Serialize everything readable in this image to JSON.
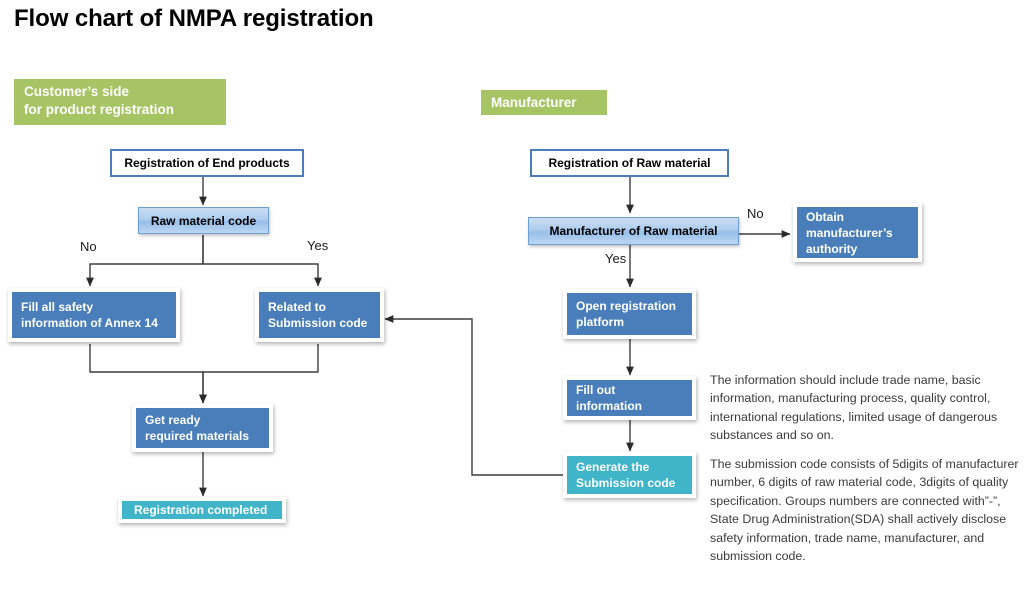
{
  "page": {
    "title": "Flow chart of NMPA registration",
    "background_color": "#ffffff"
  },
  "palette": {
    "lane_green": "#a6c463",
    "process_blue": "#4a7ebb",
    "terminal_teal": "#40b5c9",
    "outline_blue": "#4a7ebb",
    "light_blue": "#aecdee",
    "connector_gray": "#404040",
    "note_text": "#3b3b3b"
  },
  "lanes": [
    {
      "id": "customer-lane",
      "label": "Customer’s side\nfor product registration"
    },
    {
      "id": "manufacturer-lane",
      "label": "Manufacturer"
    }
  ],
  "flow": {
    "customer": {
      "nodes": [
        {
          "id": "registration-of-end-products",
          "label": "Registration of End products",
          "style": "outline"
        },
        {
          "id": "raw-material-code",
          "label": "Raw material code",
          "style": "light"
        },
        {
          "id": "fill-all-safety-information",
          "label": "Fill all safety\ninformation of Annex 14",
          "style": "solid"
        },
        {
          "id": "related-to-submission-code",
          "label": "Related to\nSubmission code",
          "style": "solid"
        },
        {
          "id": "get-ready-required-materials",
          "label": "Get ready\nrequired materials",
          "style": "solid"
        },
        {
          "id": "registration-completed",
          "label": "Registration completed",
          "style": "teal"
        }
      ],
      "edge_labels": [
        {
          "id": "branch-no",
          "label": "No"
        },
        {
          "id": "branch-yes",
          "label": "Yes"
        }
      ]
    },
    "manufacturer": {
      "nodes": [
        {
          "id": "registration-of-raw-material",
          "label": "Registration of Raw material",
          "style": "outline"
        },
        {
          "id": "manufacturer-of-raw-material",
          "label": "Manufacturer of Raw material",
          "style": "light"
        },
        {
          "id": "obtain-manufacturers-authority",
          "label": "Obtain\nmanufacturer’s\nauthority",
          "style": "solid"
        },
        {
          "id": "open-registration-platform",
          "label": "Open registration\nplatform",
          "style": "solid"
        },
        {
          "id": "fill-out-information",
          "label": "Fill out\ninformation",
          "style": "solid"
        },
        {
          "id": "generate-the-submission-code",
          "label": "Generate the\nSubmission code",
          "style": "teal"
        }
      ],
      "edge_labels": [
        {
          "id": "manufacturer-no",
          "label": "No"
        },
        {
          "id": "manufacturer-yes",
          "label": "Yes"
        }
      ]
    }
  },
  "notes": [
    {
      "id": "note-information-content",
      "text": "The information should include trade name, basic information, manufacturing process, quality control, international regulations, limited usage of dangerous substances and so on."
    },
    {
      "id": "note-submission-code",
      "text": "The submission code consists of 5digits of manufacturer number, 6 digits of raw material code, 3digits of quality specification. Groups numbers are connected with”-”, State Drug Administration(SDA) shall actively disclose safety information, trade name, manufacturer, and submission code."
    }
  ]
}
